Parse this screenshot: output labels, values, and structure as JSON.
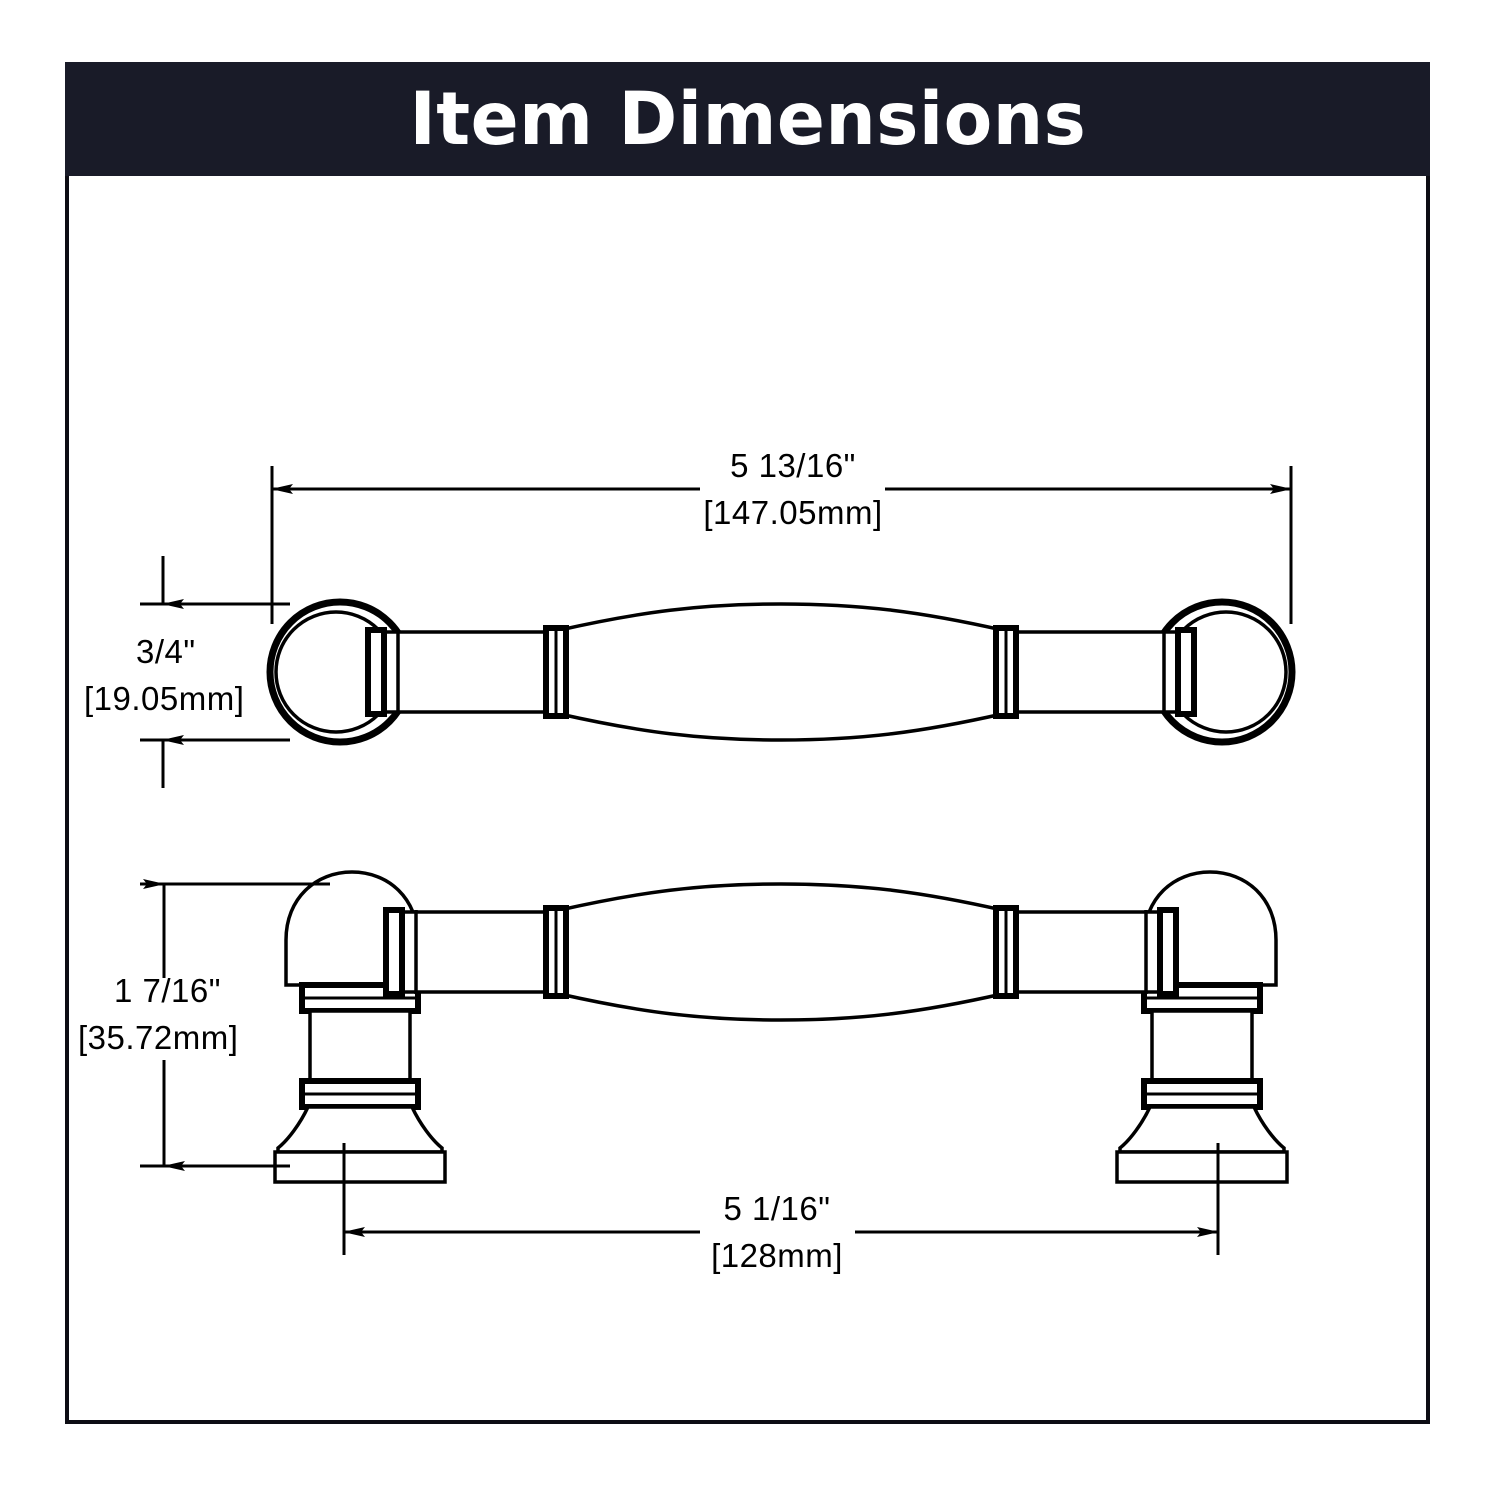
{
  "header": {
    "title": "Item Dimensions",
    "band_color": "#191b28",
    "text_color": "#ffffff"
  },
  "page": {
    "background_color": "#ffffff",
    "line_color": "#000000",
    "border_color": "#0d0d14"
  },
  "drawing": {
    "product_type": "cabinet-bar-pull-handle",
    "views": [
      {
        "id": "top-view",
        "label": "top view",
        "description": "overhead view of pull showing round mounting posts and bowed bar"
      },
      {
        "id": "side-view",
        "label": "side view",
        "description": "side elevation showing ball posts, collars and flared feet"
      }
    ]
  },
  "dimensions": {
    "overall_length": {
      "name": "overall-length",
      "imperial": "5 13/16\"",
      "metric": "[147.05mm]",
      "orientation": "horizontal",
      "view": "top-view"
    },
    "bar_diameter": {
      "name": "bar-diameter",
      "imperial": "3/4\"",
      "metric": "[19.05mm]",
      "orientation": "vertical",
      "view": "top-view"
    },
    "projection_height": {
      "name": "projection-height",
      "imperial": "1 7/16\"",
      "metric": "[35.72mm]",
      "orientation": "vertical",
      "view": "side-view"
    },
    "center_to_center": {
      "name": "center-to-center",
      "imperial": "5 1/16\"",
      "metric": "[128mm]",
      "orientation": "horizontal",
      "view": "side-view"
    }
  }
}
